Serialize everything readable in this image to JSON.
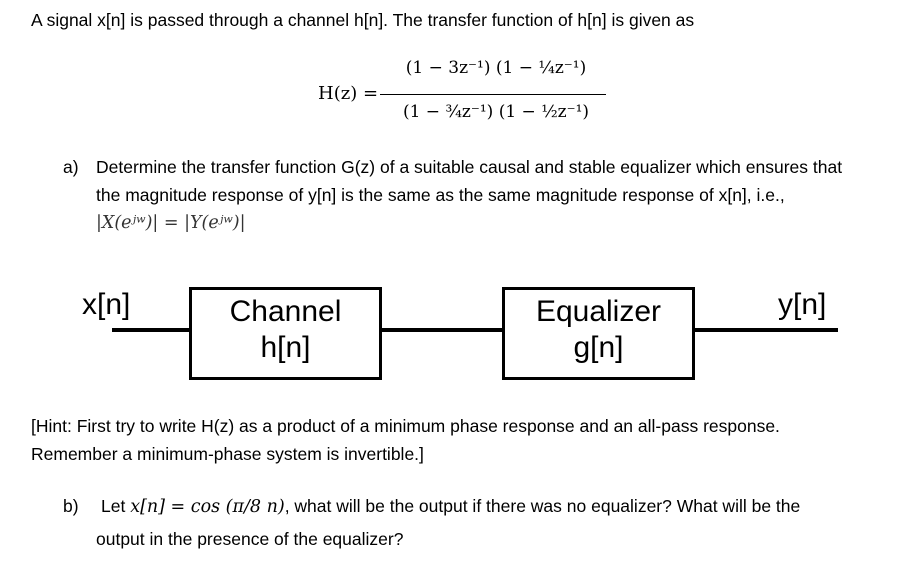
{
  "intro": "A signal x[n] is passed through a channel h[n]. The transfer function of h[n] is given as",
  "formula": {
    "lhs": "H(z) =",
    "numerator": "(1 − 3z⁻¹) (1 − ¼z⁻¹)",
    "denominator": "(1 − ¾z⁻¹) (1 − ½z⁻¹)"
  },
  "part_a": {
    "label": "a)",
    "line1": "Determine the transfer function G(z) of a suitable causal and stable equalizer which ensures that",
    "line2": "the magnitude response of y[n] is the same as the same magnitude response of x[n], i.e.,",
    "line3": "|X(eʲʷ)| = |Y(eʲʷ)|"
  },
  "diagram": {
    "input_label": "x[n]",
    "channel_line1": "Channel",
    "channel_line2": "h[n]",
    "equalizer_line1": "Equalizer",
    "equalizer_line2": "g[n]",
    "output_label": "y[n]"
  },
  "hint": {
    "line1": "[Hint: First try to write H(z) as a product of a minimum phase response and an all-pass response.",
    "line2": "Remember a minimum-phase system is invertible.]"
  },
  "part_b": {
    "label": "b)",
    "line1_prefix": "Let ",
    "line1_math": "x[n] = cos (π/8 n)",
    "line1_suffix": ", what will be the output if there was no equalizer? What will be the",
    "line2": "output in the presence of the equalizer?"
  }
}
